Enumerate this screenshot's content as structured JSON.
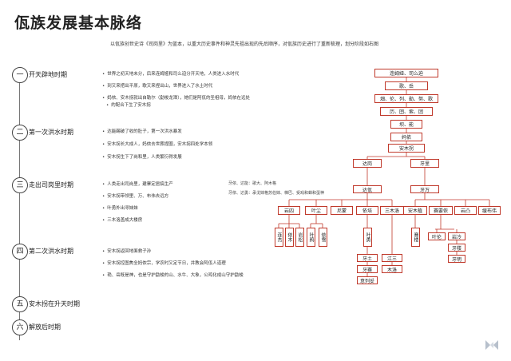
{
  "title": "佤族发展基本脉络",
  "intro": "以佤族创世史诗《司岗里》为蓝本，以重大历史事件和神灵先祖出现的先后顺序，对佤族历史进行了重新梳理，划分阶段如右图",
  "periods": [
    {
      "num": "一",
      "label": "开天辟地时期",
      "events": [
        "世界之初天地未分，后来连姆娅和司么迫分开天地，人类进入水时代",
        "到又来把出平原，歌又来捏出山，世界进入了水土时代",
        "妈侬、安木拐就出自勒尔（勐梭龙潭），她们是阿佤的圣祖母，妈侬在远处",
        "的配合下生了安木拐"
      ]
    },
    {
      "num": "二",
      "label": "第一次洪水时期",
      "events": [
        "达能踢破了收的肚子，第一次洪水暴发",
        "安木拐长大成人，妈侬去世葬捏圈，安木拐四处学本领",
        "安木拐生下了岗和里，人类繁衍得发展"
      ]
    },
    {
      "num": "三",
      "label": "走出司岗里时期",
      "events": [
        "人类走出司岗里，建寨定居搞生产",
        "安木拐带领里、万、布伟去远方",
        "叶勇外出寻妹妹",
        "三木洛盖成大楼房"
      ]
    },
    {
      "num": "四",
      "label": "第二次洪水时期",
      "events": [
        "安木拐返回地面救子孙",
        "安木拐控图焦全妈侬宗，学农时又定节日，并教会阿佤人道理",
        "艳、岳既是神，也是守护勐梭的山、水牛、大象，公鸡化成山守护勐梭"
      ]
    },
    {
      "num": "五",
      "label": "安木拐在升天时期",
      "events": []
    },
    {
      "num": "六",
      "label": "解放后时期",
      "events": []
    }
  ],
  "notes": {
    "line1": "牙依、达能：歌大、阿木格",
    "line2": "牙依、达勇：承戈妹格苏伯妹、梯巴、受戏和蝉和蛋神"
  },
  "tree": {
    "top": "连姆娅、司么迫",
    "l2": "歌、岳",
    "l3": "畑、伦、列、勒、努、歌",
    "l4": "历、囝、索、团",
    "l5": "坝、能",
    "l6": "妈侬",
    "l7": "安木拐",
    "l8a": "达岗",
    "l8b": "牙里",
    "l9a": "达佤",
    "l9b": "牙万",
    "l10": [
      "岩四",
      "叶尘",
      "尼蒙",
      "依培",
      "三木洛",
      "安木植",
      "赛要侬",
      "岩凸",
      "缓布伟"
    ],
    "v_yansi": [
      "连杰",
      "依木",
      "岩松"
    ],
    "v_yechen": [
      "叶鸦",
      "依雪"
    ],
    "v_yipei": [
      "叶勇"
    ],
    "v_anmuzhi": [
      "赛楼"
    ],
    "ye_yong_children": [
      "牙土",
      "牙赛",
      "意列妥"
    ],
    "jiang_san": "江三",
    "mu_luo": "木洛",
    "ye_lun": "叶伦",
    "yan_ling": "岩冷",
    "ya_qiao": "牙楼",
    "ya_ming": "牙明"
  }
}
